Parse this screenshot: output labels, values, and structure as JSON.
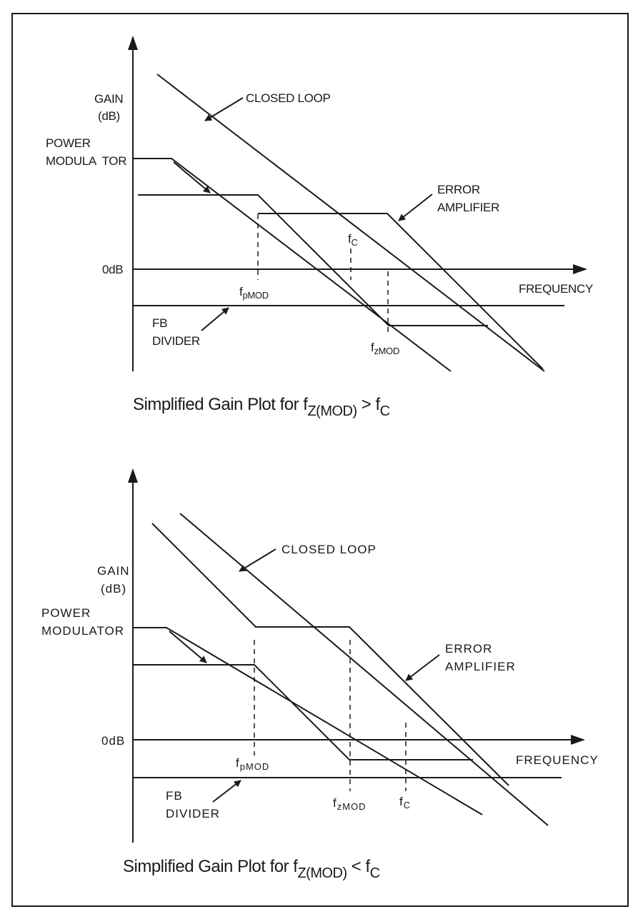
{
  "diagram_top": {
    "gain_label_1": "GAIN",
    "gain_label_2": "(dB)",
    "power_mod_1": "POWER",
    "power_mod_2": "MODULA  TOR",
    "closed_loop": "CLOSED LOOP",
    "error_amp_1": "ERROR",
    "error_amp_2": "AMPLIFIER",
    "zero_db": "0dB",
    "frequency": "FREQUENCY",
    "fb_div_1": "FB",
    "fb_div_2": "DIVIDER",
    "fc_f": "f",
    "fc_sub": "C",
    "fp_f": "f",
    "fp_sub": "pMOD",
    "fz_f": "f",
    "fz_sub": "zMOD",
    "caption_pre": "Simplified Gain Plot for f",
    "caption_sub": "Z(MOD)",
    "caption_mid": " > f",
    "caption_sub2": "C"
  },
  "diagram_bottom": {
    "gain_label_1": "GAIN",
    "gain_label_2": "(dB)",
    "power_mod_1": "POWER",
    "power_mod_2": "MODULATOR",
    "closed_loop": "CLOSED LOOP",
    "error_amp_1": "ERROR",
    "error_amp_2": "AMPLIFIER",
    "zero_db": "0dB",
    "frequency": "FREQUENCY",
    "fb_div_1": "FB",
    "fb_div_2": "DIVIDER",
    "fc_f": "f",
    "fc_sub": "C",
    "fp_f": "f",
    "fp_sub": "pMOD",
    "fz_f": "f",
    "fz_sub": "zMOD",
    "caption_pre": "Simplified Gain Plot for f",
    "caption_sub": "Z(MOD)",
    "caption_mid": " < f",
    "caption_sub2": "C"
  }
}
